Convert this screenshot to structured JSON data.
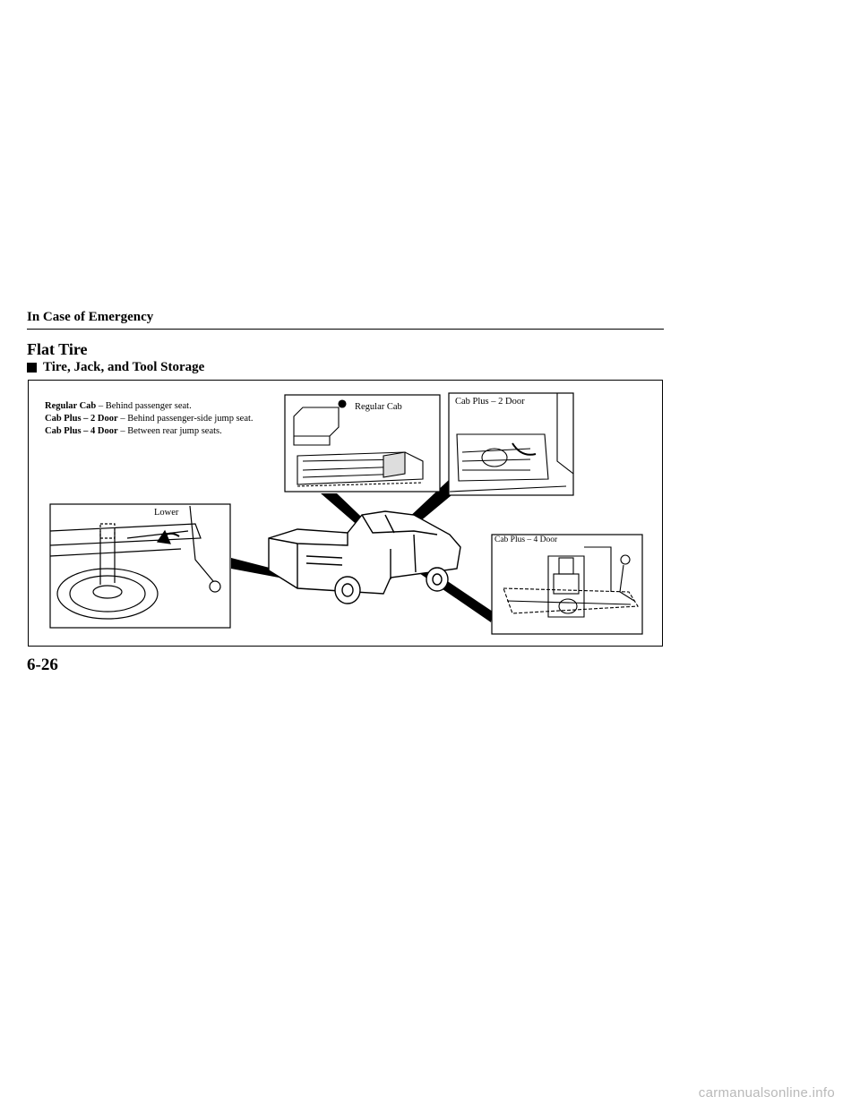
{
  "header": {
    "section": "In Case of Emergency"
  },
  "page": {
    "title": "Flat Tire",
    "subheading": "Tire, Jack, and Tool Storage",
    "number": "6-26"
  },
  "figure": {
    "legend": [
      {
        "label": "Regular Cab",
        "sep": " – ",
        "text": "Behind passenger seat."
      },
      {
        "label": "Cab Plus – 2 Door",
        "sep": " – ",
        "text": "Behind passenger-side jump seat."
      },
      {
        "label": "Cab Plus – 4 Door",
        "sep": " – ",
        "text": "Between rear jump seats."
      }
    ],
    "panels": {
      "regular_cab": "Regular Cab",
      "cab_plus_2door": "Cab Plus – 2 Door",
      "cab_plus_4door": "Cab Plus – 4 Door",
      "lower": "Lower"
    }
  },
  "watermark": "carmanualsonline.info"
}
